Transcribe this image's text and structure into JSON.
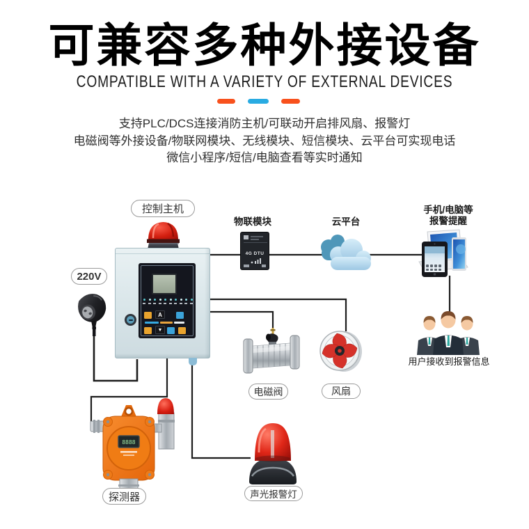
{
  "header": {
    "title": "可兼容多种外接设备",
    "subtitle": "COMPATIBLE WITH A VARIETY OF EXTERNAL DEVICES",
    "desc_lines": [
      "支持PLC/DCS连接消防主机/可联动开启排风扇、报警灯",
      "电磁阀等外接设备/物联网模块、无线模块、短信模块、云平台可实现电话",
      "微信小程序/短信/电脑查看等实时通知"
    ],
    "accent_orange": "#f8511d",
    "accent_blue": "#29abe2"
  },
  "diagram": {
    "controller": {
      "label": "控制主机",
      "power_label": "220V",
      "btn_up": "A",
      "btn_down": "▼"
    },
    "iot": {
      "label": "物联模块",
      "module_text": "4G DTU"
    },
    "cloud": {
      "label": "云平台"
    },
    "devices": {
      "label_line1": "手机/电脑等",
      "label_line2": "报警提醒"
    },
    "valve": {
      "label": "电磁阀"
    },
    "fan": {
      "label": "风扇"
    },
    "users": {
      "label": "用户接收到报警信息"
    },
    "detector": {
      "label": "探测器",
      "lcd_text": "8888"
    },
    "alarm": {
      "label": "声光报警灯"
    }
  }
}
